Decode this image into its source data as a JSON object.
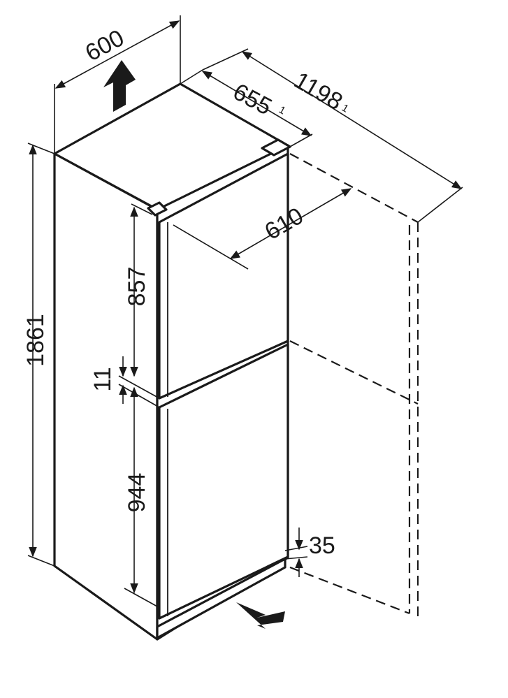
{
  "dimensions": {
    "width": "600",
    "depth": "655",
    "depth_note": "1",
    "depth_door_open": "1198",
    "depth_door_open_note": "1",
    "door_width_depth": "610",
    "height_total": "1861",
    "height_upper_door": "857",
    "gap_between_doors": "11",
    "height_lower_door": "944",
    "plinth_height": "35"
  },
  "arrows": {
    "air_out": "arrow-up-icon",
    "air_in": "arrow-in-icon"
  },
  "colors": {
    "line": "#1a1a1a",
    "background": "#ffffff"
  }
}
